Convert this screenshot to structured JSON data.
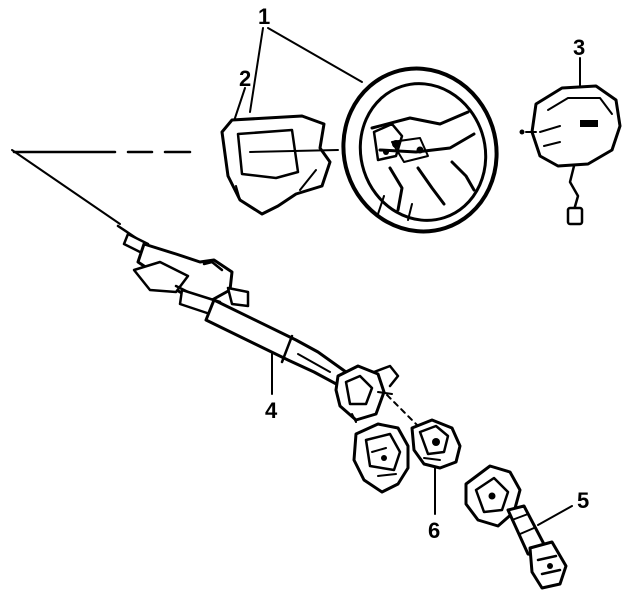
{
  "diagram": {
    "callouts": [
      {
        "id": "1",
        "text": "1",
        "part": "steering-wheel"
      },
      {
        "id": "2",
        "text": "2",
        "part": "wheel-cover-trim"
      },
      {
        "id": "3",
        "text": "3",
        "part": "airbag-module"
      },
      {
        "id": "4",
        "text": "4",
        "part": "steering-column"
      },
      {
        "id": "5",
        "text": "5",
        "part": "intermediate-shaft"
      },
      {
        "id": "6",
        "text": "6",
        "part": "ignition-lock-housing"
      }
    ],
    "colors": {
      "ink": "#000000",
      "paper": "#ffffff"
    }
  }
}
